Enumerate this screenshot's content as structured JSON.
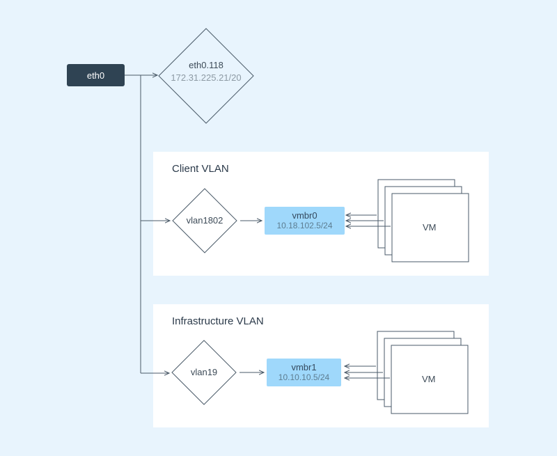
{
  "eth0": {
    "label": "eth0"
  },
  "eth0_118": {
    "name": "eth0.118",
    "ip": "172.31.225.21/20"
  },
  "client_vlan": {
    "title": "Client VLAN",
    "vlan": "vlan1802",
    "bridge": {
      "name": "vmbr0",
      "ip": "10.18.102.5/24"
    },
    "vm_label": "VM"
  },
  "infra_vlan": {
    "title": "Infrastructure VLAN",
    "vlan": "vlan19",
    "bridge": {
      "name": "vmbr1",
      "ip": "10.10.10.5/24"
    },
    "vm_label": "VM"
  },
  "colors": {
    "background": "#e8f4fd",
    "panel": "#ffffff",
    "eth0_fill": "#2f4353",
    "bridge_fill": "#9fd8fb",
    "line": "#4a5a68"
  }
}
